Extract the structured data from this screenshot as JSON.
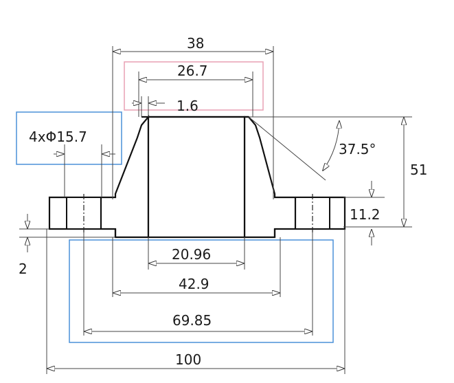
{
  "dimensions": {
    "hub_top_width": "38",
    "neck_width": "26.7",
    "chamfer": "1.6",
    "bolt_hole": "4xΦ15.7",
    "bevel_angle": "37.5°",
    "total_height": "51",
    "flange_thickness": "11.2",
    "raised_face": "2",
    "bore": "20.96",
    "hub_base": "42.9",
    "bolt_circle": "69.85",
    "outer_diameter": "100"
  },
  "highlight_colors": {
    "neck_box": "#e8a0b4",
    "hole_box": "#4a90d9",
    "bottom_box": "#4a90d9"
  },
  "section_fill": "#dedede"
}
